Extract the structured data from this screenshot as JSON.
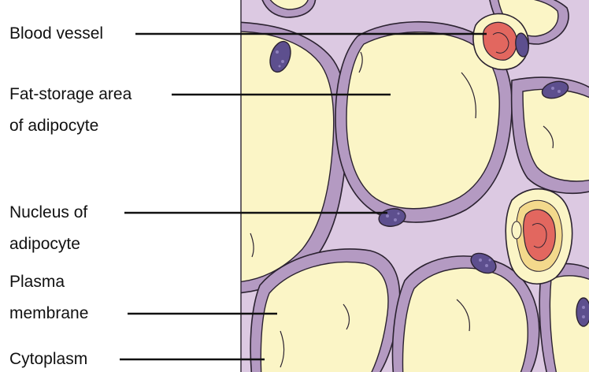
{
  "labels": {
    "blood_vessel": "Blood vessel",
    "fat_storage_line1": "Fat-storage area",
    "fat_storage_line2": "of adipocyte",
    "nucleus_line1": "Nucleus of",
    "nucleus_line2": "adipocyte",
    "plasma_line1": "Plasma",
    "plasma_line2": "membrane",
    "cytoplasm": "Cytoplasm"
  },
  "colors": {
    "tissue_background": "#dcc9e2",
    "cytoplasm_rim": "#b49ac2",
    "fat_droplet": "#fbf5c6",
    "nucleus": "#5d4f8e",
    "blood_red": "#e2675f",
    "outline": "#2b2230"
  }
}
